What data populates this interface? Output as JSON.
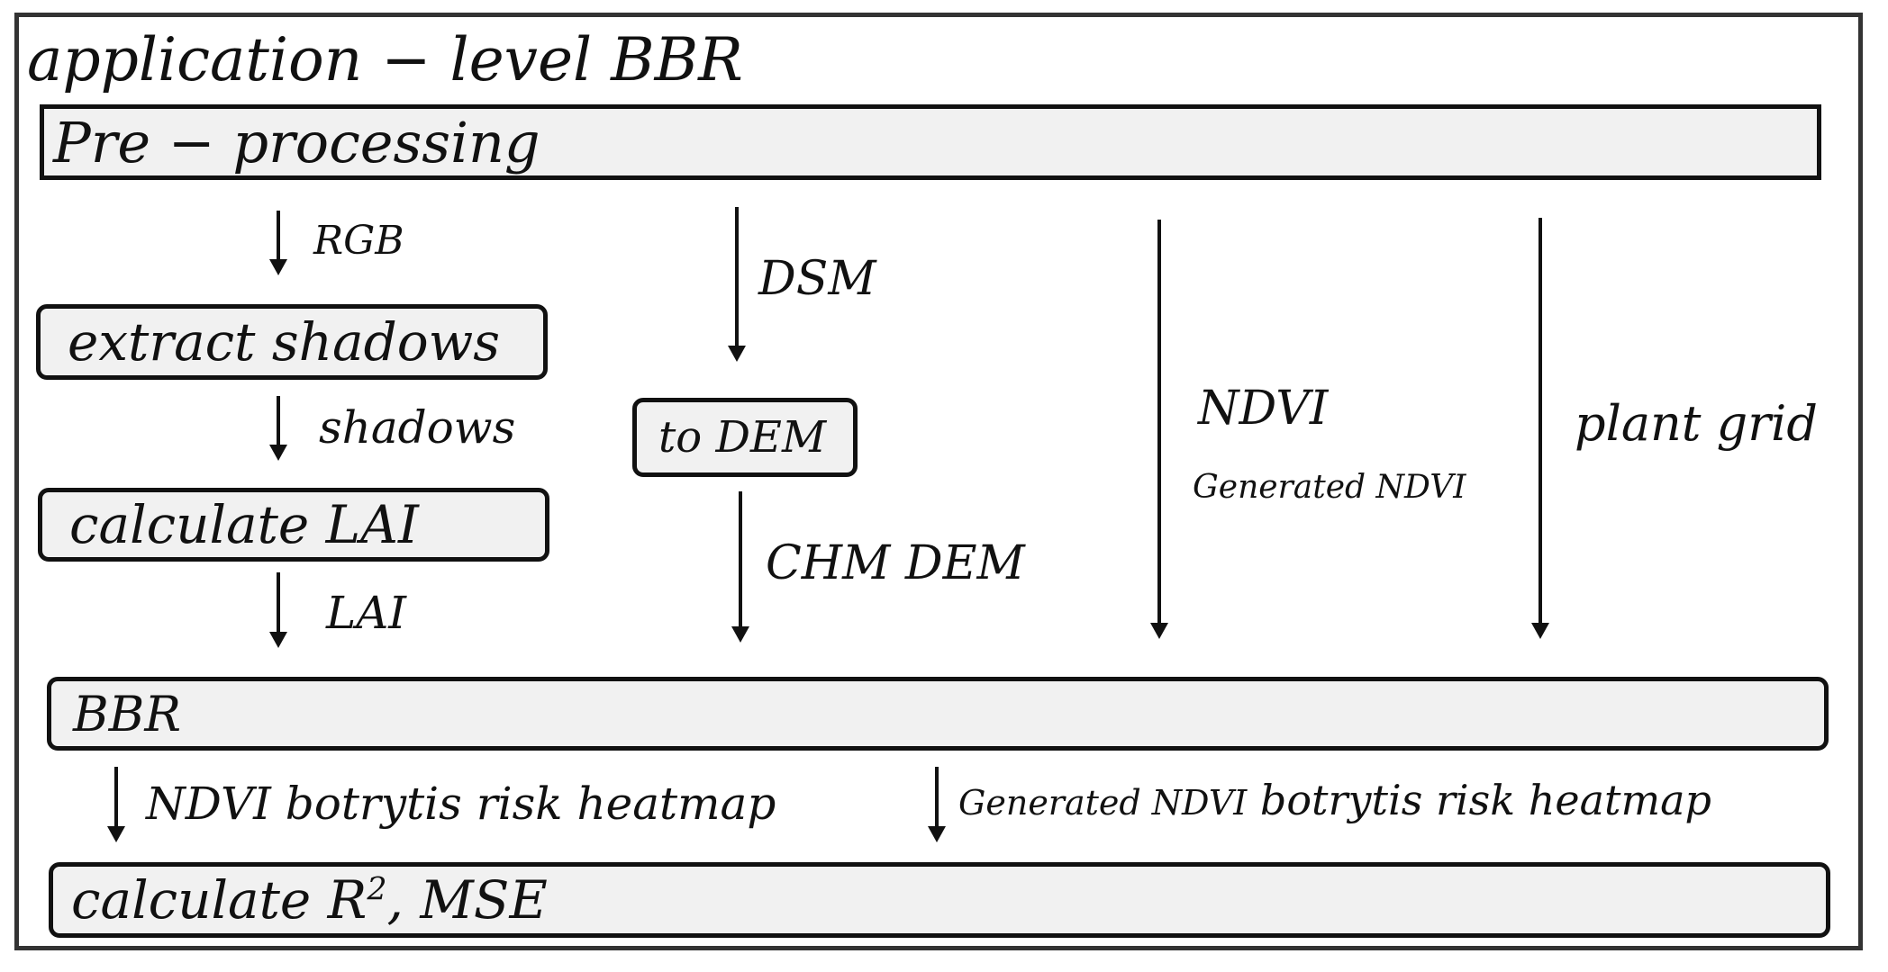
{
  "title": "application − level  BBR",
  "boxes": {
    "preprocessing": "Pre − processing",
    "extract_shadows": "extract shadows",
    "calculate_lai": "calculate LAI",
    "to_dem": "to DEM",
    "bbr": "BBR",
    "calculate_metrics_prefix": "calculate R",
    "calculate_metrics_sup": "2",
    "calculate_metrics_suffix": ",  MSE"
  },
  "edges": {
    "rgb": "RGB",
    "shadows": "shadows",
    "lai": "LAI",
    "dsm": "DSM",
    "chm_dem": "CHM DEM",
    "ndvi": "NDVI",
    "generated_ndvi": "Generated NDVI",
    "plant_grid": "plant grid",
    "ndvi_heatmap": "NDVI botrytis risk heatmap",
    "generated_ndvi_heatmap_prefix": "Generated NDVI",
    "generated_ndvi_heatmap_suffix": " botrytis risk heatmap"
  }
}
